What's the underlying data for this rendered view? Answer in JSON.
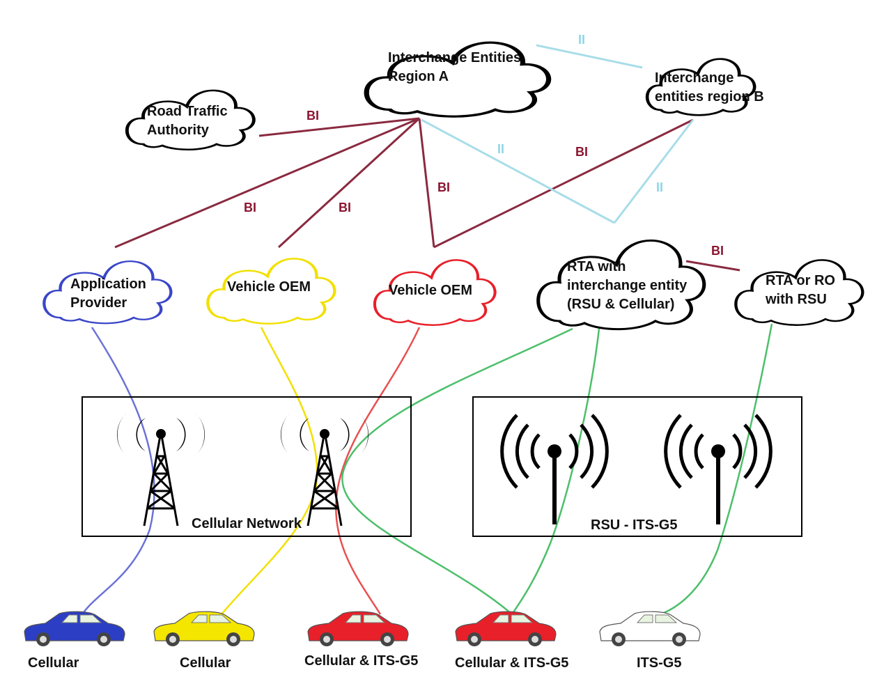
{
  "clouds": {
    "region_a": {
      "lines": [
        "Interchange Entities",
        "Region A"
      ],
      "color": "#000000"
    },
    "region_b": {
      "lines": [
        "Interchange",
        "entities region B"
      ],
      "color": "#000000"
    },
    "road_traffic": {
      "lines": [
        "Road Traffic",
        "Authority"
      ],
      "color": "#000000"
    },
    "app_provider": {
      "lines": [
        "Application",
        "Provider"
      ],
      "color": "#3a46c8"
    },
    "oem_yellow": {
      "lines": [
        "Vehicle OEM"
      ],
      "color": "#f2e000"
    },
    "oem_red": {
      "lines": [
        "Vehicle OEM"
      ],
      "color": "#e8202a"
    },
    "rta_interchange": {
      "lines": [
        "RTA with",
        "interchange entity",
        "(RSU & Cellular)"
      ],
      "color": "#000000"
    },
    "rta_rsu": {
      "lines": [
        "RTA or RO",
        "with RSU"
      ],
      "color": "#000000"
    }
  },
  "links": {
    "bi_label": "BI",
    "ii_label": "II",
    "bi_color": "#8a2a40",
    "ii_color": "#a8dde9"
  },
  "boxes": {
    "cellular": "Cellular Network",
    "rsu": "RSU - ITS-G5"
  },
  "cars": [
    {
      "label": "Cellular",
      "color": "#2c3fc4"
    },
    {
      "label": "Cellular",
      "color": "#f5e600"
    },
    {
      "label": "Cellular & ITS-G5",
      "color": "#e8202a"
    },
    {
      "label": "Cellular & ITS-G5",
      "color": "#e8202a"
    },
    {
      "label": "ITS-G5",
      "color": "#ffffff"
    }
  ],
  "connection_colors": {
    "blue": "#6b72d6",
    "yellow": "#f2e000",
    "red": "#e85050",
    "green": "#4cbf6a"
  }
}
